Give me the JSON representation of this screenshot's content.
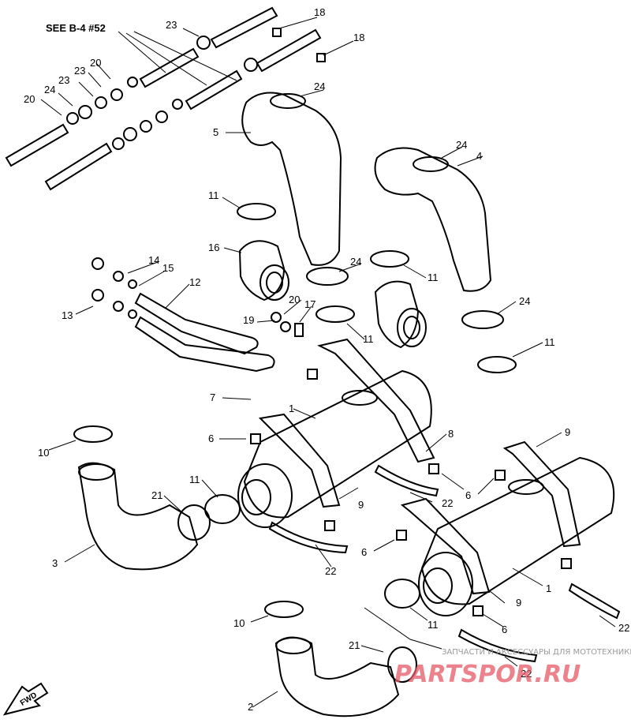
{
  "diagram": {
    "note": "SEE B-4 #52",
    "callouts": {
      "c20a": "20",
      "c24a": "24",
      "c23a": "23",
      "c20b": "20",
      "c23b": "23",
      "c18a": "18",
      "c18b": "18",
      "c24b": "24",
      "c5": "5",
      "c24c": "24",
      "c4": "4",
      "c11a": "11",
      "c16": "16",
      "c24d": "24",
      "c11b": "11",
      "c14": "14",
      "c15": "15",
      "c12": "12",
      "c13": "13",
      "c20c": "20",
      "c17": "17",
      "c19": "19",
      "c11c": "11",
      "c24e": "24",
      "c11d": "11",
      "c7": "7",
      "c1a": "1",
      "c8": "8",
      "c9a": "9",
      "c6a": "6",
      "c10a": "10",
      "c21a": "21",
      "c11e": "11",
      "c9b": "9",
      "c22a": "22",
      "c6b": "6",
      "c3": "3",
      "c6c": "6",
      "c22b": "22",
      "c1b": "1",
      "c9c": "9",
      "c11f": "11",
      "c10b": "10",
      "c6d": "6",
      "c22c": "22",
      "c21b": "21",
      "c22d": "22",
      "c2": "2"
    },
    "fwd_label": "FWD",
    "watermark": {
      "caption": "ЗАПЧАСТИ И АКСЕССУАРЫ ДЛЯ МОТОТЕХНИКИ",
      "brand": "PARTSPOR.RU"
    }
  }
}
